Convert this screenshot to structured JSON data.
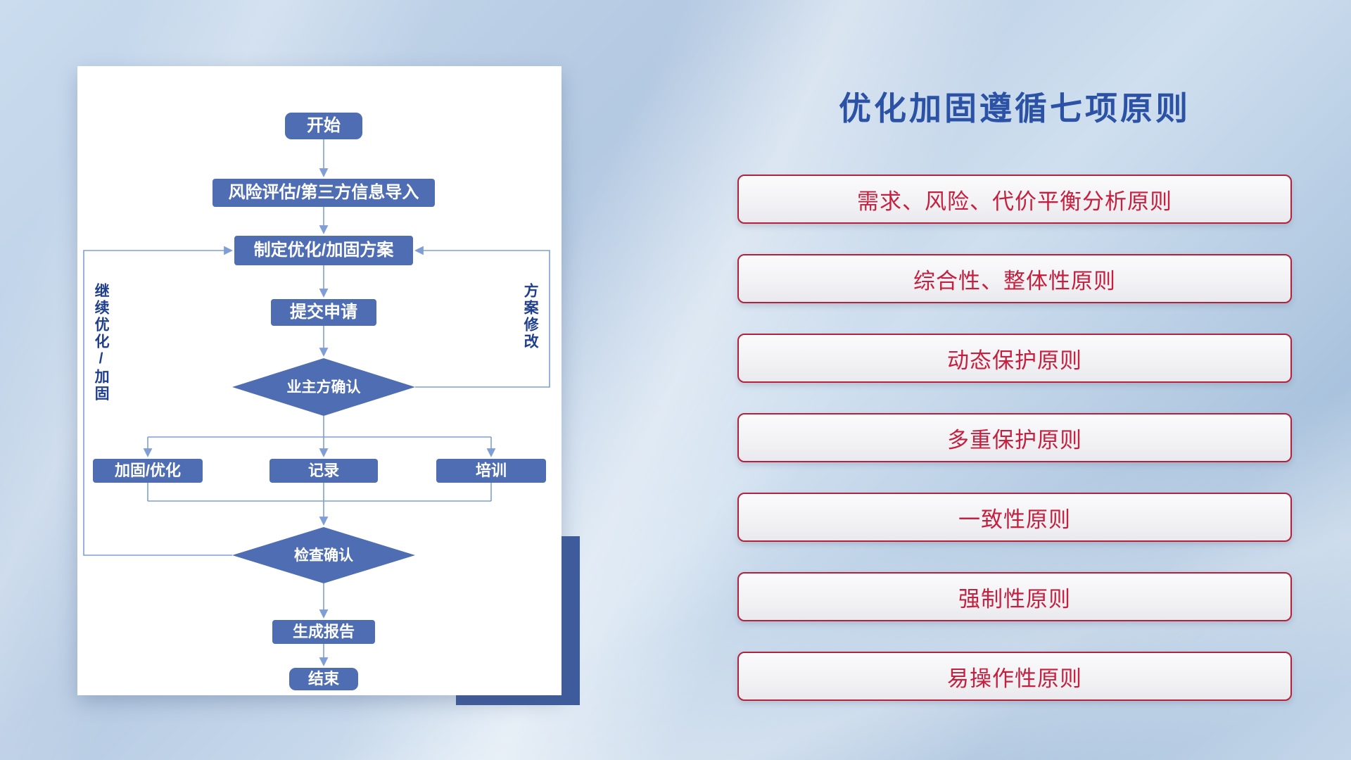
{
  "flowchart": {
    "nodes": {
      "start": "开始",
      "risk_assessment": "风险评估/第三方信息导入",
      "make_plan": "制定优化/加固方案",
      "submit_request": "提交申请",
      "owner_confirm": "业主方确认",
      "harden_optimize": "加固/优化",
      "record": "记录",
      "training": "培训",
      "check_confirm": "检查确认",
      "generate_report": "生成报告",
      "end": "结束"
    },
    "loop_labels": {
      "continue_optimize": "继续优化/加固",
      "plan_revise": "方案修改"
    },
    "edges": [
      "开始 → 风险评估/第三方信息导入",
      "风险评估/第三方信息导入 → 制定优化/加固方案",
      "制定优化/加固方案 → 提交申请",
      "提交申请 → 业主方确认",
      "业主方确认 → 加固/优化 / 记录 / 培训",
      "加固/优化 / 记录 / 培训 → 检查确认",
      "检查确认 → 生成报告",
      "生成报告 → 结束",
      "检查确认 → 制定优化/加固方案 (继续优化/加固)",
      "业主方确认 → 制定优化/加固方案 (方案修改)"
    ]
  },
  "principles": {
    "title": "优化加固遵循七项原则",
    "items": [
      "需求、风险、代价平衡分析原则",
      "综合性、整体性原则",
      "动态保护原则",
      "多重保护原则",
      "一致性原则",
      "强制性原则",
      "易操作性原则"
    ]
  },
  "colors": {
    "node_fill": "#4e6db2",
    "connector": "#7f9ed5",
    "title": "#2b52a5",
    "principle_text": "#c5203f",
    "principle_border": "#b5203a",
    "accent_rect": "#3f5c9d",
    "loop_label": "#1f3f8c"
  }
}
